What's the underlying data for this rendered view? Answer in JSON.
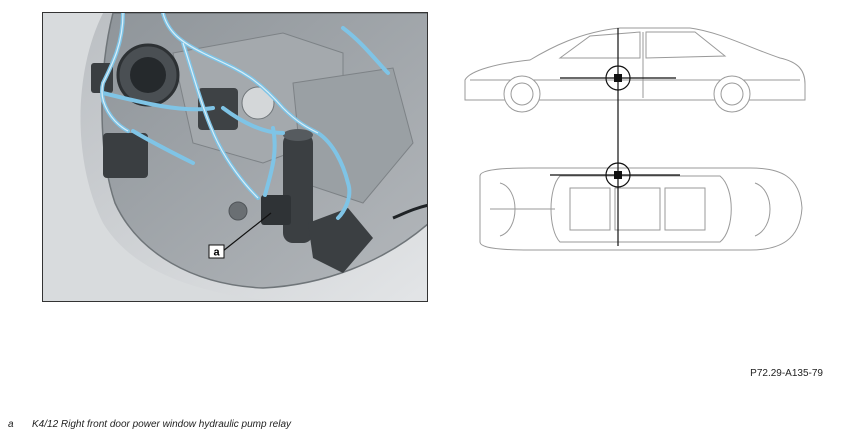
{
  "figure": {
    "callout_letter": "a",
    "figure_id": "P72.29-A135-79"
  },
  "legend": [
    {
      "key": "a",
      "text": "K4/12 Right front door power window hydraulic pump relay"
    }
  ],
  "colors": {
    "wiring": "#7fc4e6",
    "door_panel": "#9ea3a8",
    "frame": "#333333"
  },
  "icons": {
    "locator_marker": "crosshair-square-icon"
  }
}
